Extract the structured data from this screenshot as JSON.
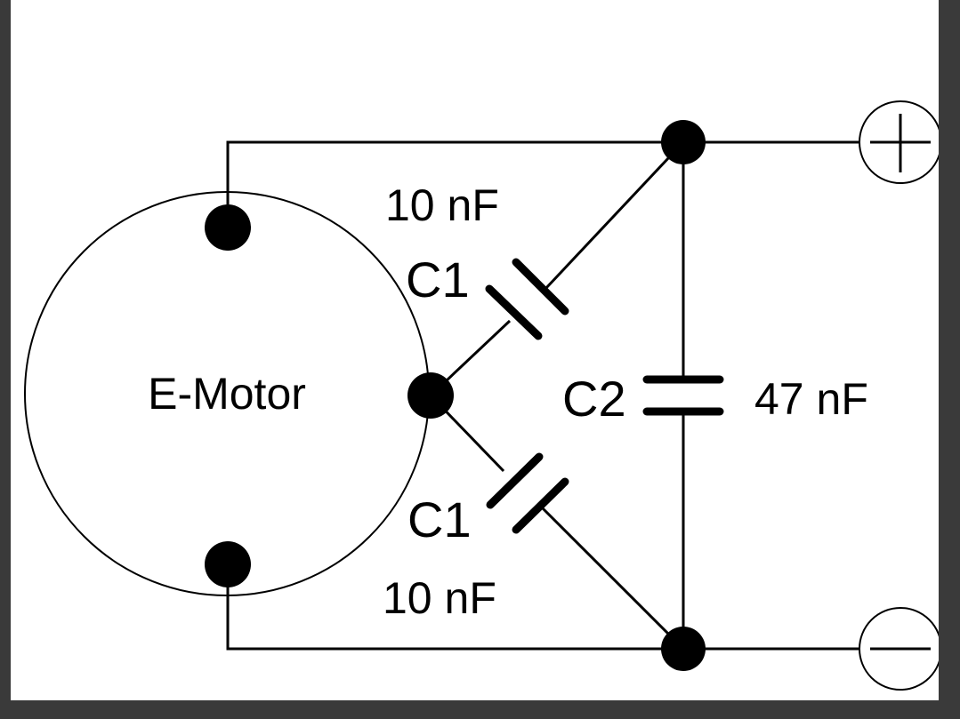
{
  "motor": {
    "label": "E-Motor"
  },
  "capacitors": [
    {
      "name": "C1",
      "value": "10 nF"
    },
    {
      "name": "C1",
      "value": "10 nF"
    },
    {
      "name": "C2",
      "value": "47 nF"
    }
  ],
  "terminals": {
    "positive": "+",
    "negative": "−"
  },
  "colors": {
    "line": "#000000",
    "background": "#ffffff",
    "frame": "#3a3a3a"
  }
}
